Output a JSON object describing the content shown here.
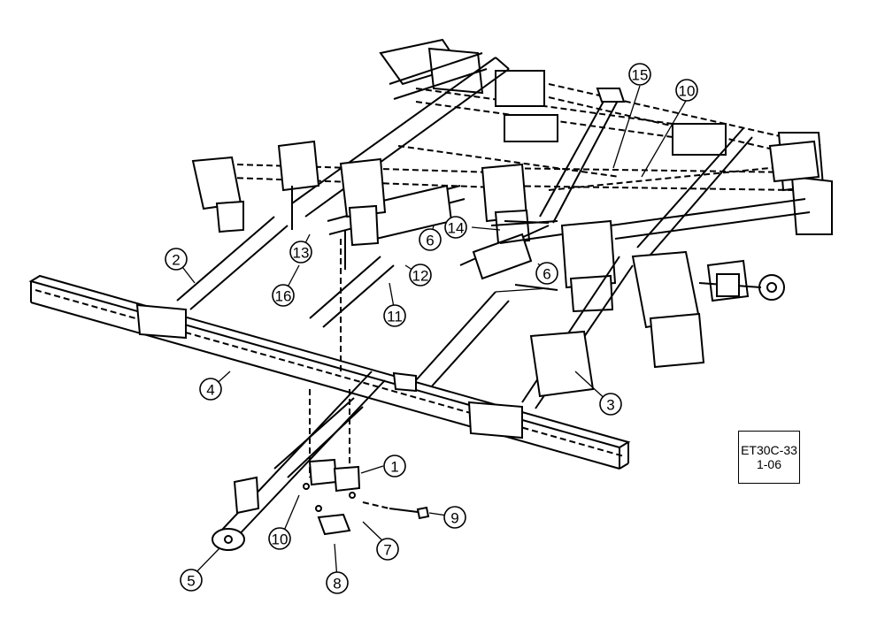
{
  "drawing": {
    "id": "ET30C-33",
    "date": "1-06"
  },
  "callouts": [
    {
      "label": "1"
    },
    {
      "label": "2"
    },
    {
      "label": "3"
    },
    {
      "label": "4"
    },
    {
      "label": "5"
    },
    {
      "label": "6"
    },
    {
      "label": "6"
    },
    {
      "label": "7"
    },
    {
      "label": "8"
    },
    {
      "label": "9"
    },
    {
      "label": "10"
    },
    {
      "label": "10"
    },
    {
      "label": "11"
    },
    {
      "label": "12"
    },
    {
      "label": "13"
    },
    {
      "label": "14"
    },
    {
      "label": "15"
    },
    {
      "label": "16"
    }
  ]
}
